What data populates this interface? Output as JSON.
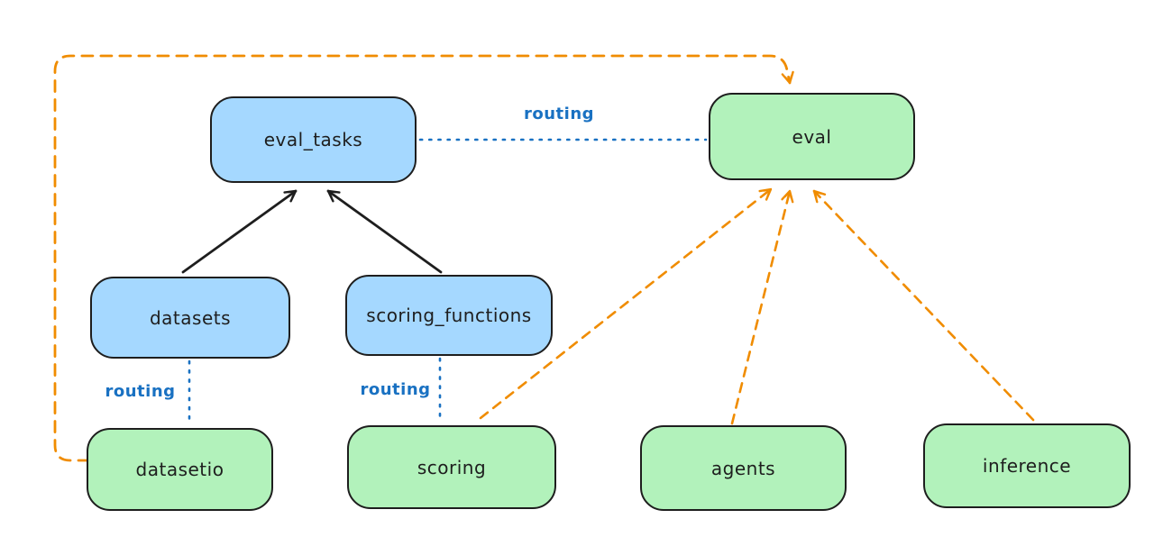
{
  "diagram": {
    "nodes": {
      "eval_tasks": {
        "label": "eval_tasks"
      },
      "eval": {
        "label": "eval"
      },
      "datasets": {
        "label": "datasets"
      },
      "scoring_functions": {
        "label": "scoring_functions"
      },
      "datasetio": {
        "label": "datasetio"
      },
      "scoring": {
        "label": "scoring"
      },
      "agents": {
        "label": "agents"
      },
      "inference": {
        "label": "inference"
      }
    },
    "edge_labels": {
      "eval_tasks_to_eval": "routing",
      "datasets_to_datasetio": "routing",
      "scoring_functions_to_scoring": "routing"
    },
    "edges": [
      {
        "from": "eval_tasks",
        "to": "eval",
        "style": "dotted-blue",
        "label": "routing"
      },
      {
        "from": "datasets",
        "to": "datasetio",
        "style": "dotted-blue",
        "label": "routing"
      },
      {
        "from": "scoring_functions",
        "to": "scoring",
        "style": "dotted-blue",
        "label": "routing"
      },
      {
        "from": "datasets",
        "to": "eval_tasks",
        "style": "solid-black-arrow"
      },
      {
        "from": "scoring_functions",
        "to": "eval_tasks",
        "style": "solid-black-arrow"
      },
      {
        "from": "scoring",
        "to": "eval",
        "style": "dashed-orange-arrow"
      },
      {
        "from": "agents",
        "to": "eval",
        "style": "dashed-orange-arrow"
      },
      {
        "from": "inference",
        "to": "eval",
        "style": "dashed-orange-arrow"
      },
      {
        "from": "datasetio",
        "to": "eval",
        "style": "dashed-orange-arrow",
        "path": "left-top-loop"
      }
    ],
    "colors": {
      "node_blue_fill": "#a5d8ff",
      "node_green_fill": "#b2f2bb",
      "node_stroke": "#1e1e1e",
      "routing_blue": "#1971c2",
      "arrow_black": "#1e1e1e",
      "arrow_orange": "#f08c00",
      "background": "#ffffff"
    }
  }
}
